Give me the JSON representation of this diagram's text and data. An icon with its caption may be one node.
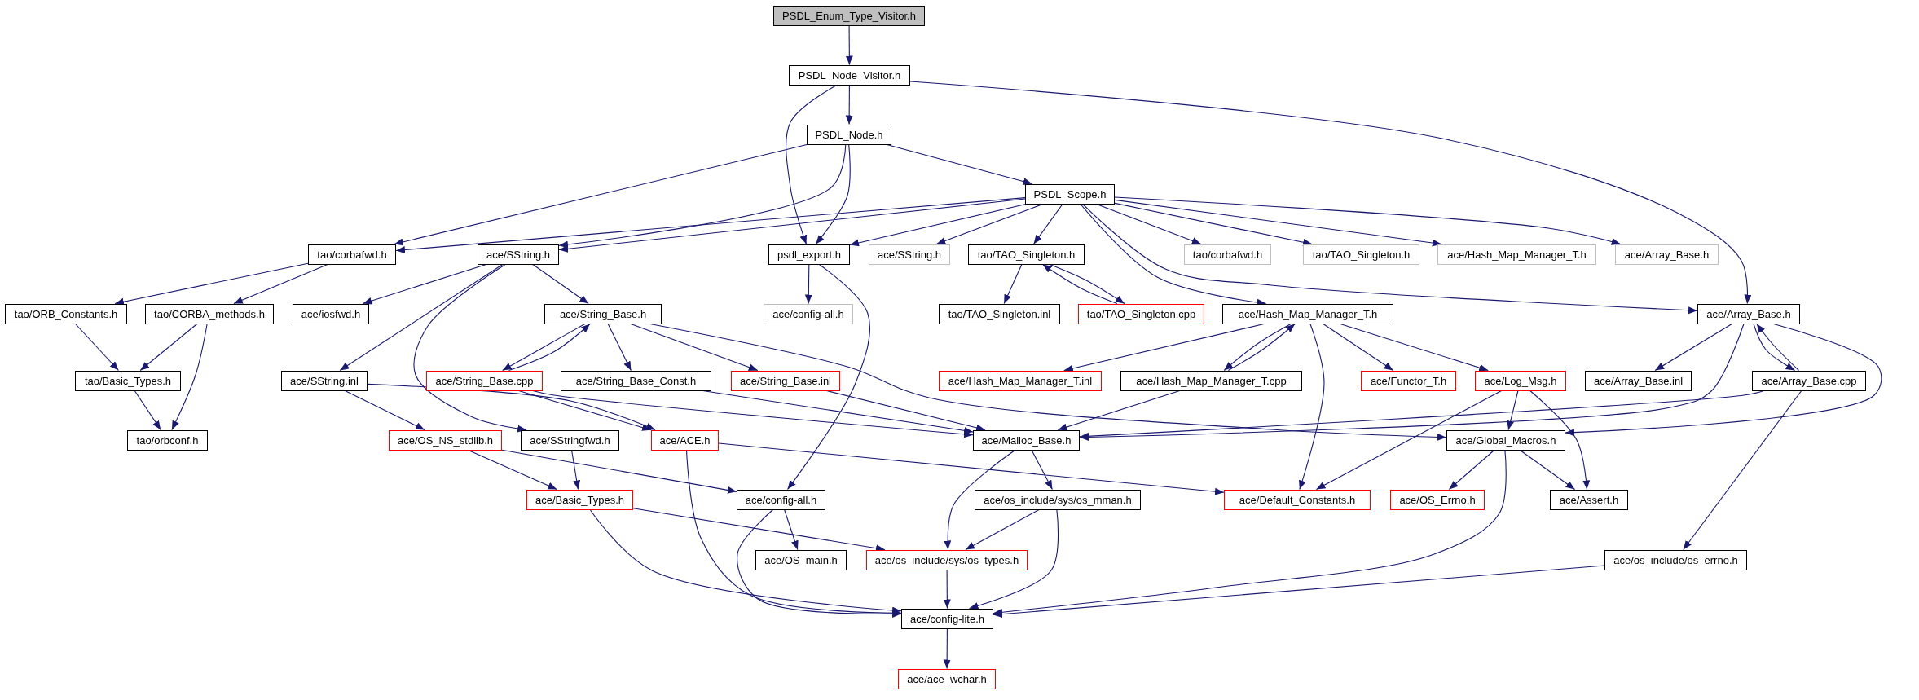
{
  "diagram": {
    "nodes": [
      {
        "text": [
          "PSDL_Enum_Type_Visitor.h"
        ]
      },
      {
        "text": [
          "PSDL_Node_Visitor.h"
        ]
      },
      {
        "text": [
          "PSDL_Node.h"
        ]
      },
      {
        "text": [
          "PSDL_Scope.h"
        ]
      },
      {
        "text": [
          "tao/corbafwd.h"
        ]
      },
      {
        "text": [
          "ace/SString.h"
        ]
      },
      {
        "text": [
          "psdl_export.h"
        ]
      },
      {
        "text": [
          "ace/SString.h"
        ]
      },
      {
        "text": [
          "tao/TAO_Singleton.h"
        ]
      },
      {
        "text": [
          "tao/corbafwd.h"
        ]
      },
      {
        "text": [
          "tao/TAO_Singleton.h"
        ]
      },
      {
        "text": [
          "ace/Hash_Map_Manager_T.h"
        ]
      },
      {
        "text": [
          "ace/Array_Base.h"
        ]
      },
      {
        "text": [
          "tao/ORB_Constants.h"
        ]
      },
      {
        "text": [
          "tao/CORBA_methods.h"
        ]
      },
      {
        "text": [
          "ace/iosfwd.h"
        ]
      },
      {
        "text": [
          "ace/String_Base.h"
        ]
      },
      {
        "text": [
          "ace/config-all.h"
        ]
      },
      {
        "text": [
          "tao/TAO_Singleton.inl"
        ]
      },
      {
        "text": [
          "tao/TAO_Singleton.cpp"
        ]
      },
      {
        "text": [
          "ace/Hash_Map_Manager_T.h"
        ]
      },
      {
        "text": [
          "ace/Array_Base.h"
        ]
      },
      {
        "text": [
          "tao/Basic_Types.h"
        ]
      },
      {
        "text": [
          "ace/SString.inl"
        ]
      },
      {
        "text": [
          "ace/String_Base.cpp"
        ]
      },
      {
        "text": [
          "ace/String_Base_Const.h"
        ]
      },
      {
        "text": [
          "ace/String_Base.inl"
        ]
      },
      {
        "text": [
          "ace/Hash_Map_Manager_T.inl"
        ]
      },
      {
        "text": [
          "ace/Hash_Map_Manager_T.cpp"
        ]
      },
      {
        "text": [
          "ace/Functor_T.h"
        ]
      },
      {
        "text": [
          "ace/Log_Msg.h"
        ]
      },
      {
        "text": [
          "ace/Array_Base.inl"
        ]
      },
      {
        "text": [
          "ace/Array_Base.cpp"
        ]
      },
      {
        "text": [
          "tao/orbconf.h"
        ]
      },
      {
        "text": [
          "ace/OS_NS_stdlib.h"
        ]
      },
      {
        "text": [
          "ace/SStringfwd.h"
        ]
      },
      {
        "text": [
          "ace/ACE.h"
        ]
      },
      {
        "text": [
          "ace/Malloc_Base.h"
        ]
      },
      {
        "text": [
          "ace/Global_Macros.h"
        ]
      },
      {
        "text": [
          "ace/Basic_Types.h"
        ]
      },
      {
        "text": [
          "ace/config-all.h"
        ]
      },
      {
        "text": [
          "ace/os_include/sys/os_mman.h"
        ]
      },
      {
        "text": [
          "ace/Default_Constants.h"
        ]
      },
      {
        "text": [
          "ace/OS_Errno.h"
        ]
      },
      {
        "text": [
          "ace/Assert.h"
        ]
      },
      {
        "text": [
          "ace/OS_main.h"
        ]
      },
      {
        "text": [
          "ace/os_include/sys/os_types.h"
        ]
      },
      {
        "text": [
          "ace/os_include/os_errno.h"
        ]
      },
      {
        "text": [
          "ace/config-lite.h"
        ]
      },
      {
        "text": [
          "ace/ace_wchar.h"
        ]
      }
    ],
    "edges": [
      {
        "from": 0,
        "to": 1,
        "arrow": "to"
      },
      {
        "from": 1,
        "to": 6,
        "arrow": "to"
      },
      {
        "from": 1,
        "to": 2,
        "arrow": "to"
      },
      {
        "from": 1,
        "to": 21,
        "arrow": "to"
      },
      {
        "from": 2,
        "to": 4,
        "arrow": "to"
      },
      {
        "from": 2,
        "to": 5,
        "arrow": "to"
      },
      {
        "from": 2,
        "to": 6,
        "arrow": "to"
      },
      {
        "from": 2,
        "to": 3,
        "arrow": "to"
      },
      {
        "from": 3,
        "to": 4,
        "arrow": "to"
      },
      {
        "from": 3,
        "to": 5,
        "arrow": "to"
      },
      {
        "from": 3,
        "to": 6,
        "arrow": "to"
      },
      {
        "from": 3,
        "to": 7,
        "arrow": "to"
      },
      {
        "from": 3,
        "to": 8,
        "arrow": "to"
      },
      {
        "from": 3,
        "to": 9,
        "arrow": "to"
      },
      {
        "from": 3,
        "to": 10,
        "arrow": "to"
      },
      {
        "from": 3,
        "to": 11,
        "arrow": "to"
      },
      {
        "from": 3,
        "to": 12,
        "arrow": "to"
      },
      {
        "from": 3,
        "to": 20,
        "arrow": "to"
      },
      {
        "from": 3,
        "to": 21,
        "arrow": "to"
      },
      {
        "from": 4,
        "to": 13,
        "arrow": "to"
      },
      {
        "from": 4,
        "to": 14,
        "arrow": "to"
      },
      {
        "from": 5,
        "to": 15,
        "arrow": "to"
      },
      {
        "from": 5,
        "to": 16,
        "arrow": "to"
      },
      {
        "from": 5,
        "to": 23,
        "arrow": "to"
      },
      {
        "from": 5,
        "to": 35,
        "arrow": "to"
      },
      {
        "from": 6,
        "to": 17,
        "arrow": "to"
      },
      {
        "from": 6,
        "to": 40,
        "arrow": "to"
      },
      {
        "from": 8,
        "to": 18,
        "arrow": "to"
      },
      {
        "from": 8,
        "to": 19,
        "arrow": "to"
      },
      {
        "from": 19,
        "to": 8,
        "arrow": "to"
      },
      {
        "from": 13,
        "to": 22,
        "arrow": "to"
      },
      {
        "from": 14,
        "to": 22,
        "arrow": "to"
      },
      {
        "from": 14,
        "to": 33,
        "arrow": "to"
      },
      {
        "from": 16,
        "to": 24,
        "arrow": "to"
      },
      {
        "from": 24,
        "to": 16,
        "arrow": "to"
      },
      {
        "from": 16,
        "to": 25,
        "arrow": "to"
      },
      {
        "from": 16,
        "to": 26,
        "arrow": "to"
      },
      {
        "from": 16,
        "to": 38,
        "arrow": "to"
      },
      {
        "from": 22,
        "to": 33,
        "arrow": "to"
      },
      {
        "from": 23,
        "to": 34,
        "arrow": "to"
      },
      {
        "from": 23,
        "to": 36,
        "arrow": "to"
      },
      {
        "from": 24,
        "to": 36,
        "arrow": "to"
      },
      {
        "from": 24,
        "to": 37,
        "arrow": "to"
      },
      {
        "from": 25,
        "to": 37,
        "arrow": "to"
      },
      {
        "from": 26,
        "to": 37,
        "arrow": "to"
      },
      {
        "from": 20,
        "to": 27,
        "arrow": "to"
      },
      {
        "from": 20,
        "to": 28,
        "arrow": "to"
      },
      {
        "from": 28,
        "to": 20,
        "arrow": "to"
      },
      {
        "from": 20,
        "to": 42,
        "arrow": "to"
      },
      {
        "from": 20,
        "to": 29,
        "arrow": "to"
      },
      {
        "from": 20,
        "to": 30,
        "arrow": "to"
      },
      {
        "from": 28,
        "to": 37,
        "arrow": "to"
      },
      {
        "from": 30,
        "to": 42,
        "arrow": "to"
      },
      {
        "from": 30,
        "to": 38,
        "arrow": "to"
      },
      {
        "from": 30,
        "to": 44,
        "arrow": "to"
      },
      {
        "from": 21,
        "to": 31,
        "arrow": "to"
      },
      {
        "from": 21,
        "to": 32,
        "arrow": "to"
      },
      {
        "from": 32,
        "to": 21,
        "arrow": "to"
      },
      {
        "from": 21,
        "to": 37,
        "arrow": "to"
      },
      {
        "from": 21,
        "to": 38,
        "arrow": "to"
      },
      {
        "from": 32,
        "to": 37,
        "arrow": "to"
      },
      {
        "from": 32,
        "to": 47,
        "arrow": "to"
      },
      {
        "from": 34,
        "to": 39,
        "arrow": "to"
      },
      {
        "from": 34,
        "to": 40,
        "arrow": "to"
      },
      {
        "from": 35,
        "to": 39,
        "arrow": "to"
      },
      {
        "from": 36,
        "to": 42,
        "arrow": "to"
      },
      {
        "from": 36,
        "to": 48,
        "arrow": "to"
      },
      {
        "from": 37,
        "to": 46,
        "arrow": "to"
      },
      {
        "from": 37,
        "to": 41,
        "arrow": "to"
      },
      {
        "from": 38,
        "to": 43,
        "arrow": "to"
      },
      {
        "from": 38,
        "to": 44,
        "arrow": "to"
      },
      {
        "from": 38,
        "to": 48,
        "arrow": "to"
      },
      {
        "from": 39,
        "to": 46,
        "arrow": "to"
      },
      {
        "from": 39,
        "to": 48,
        "arrow": "to"
      },
      {
        "from": 40,
        "to": 45,
        "arrow": "to"
      },
      {
        "from": 40,
        "to": 48,
        "arrow": "to"
      },
      {
        "from": 41,
        "to": 46,
        "arrow": "to"
      },
      {
        "from": 41,
        "to": 48,
        "arrow": "to"
      },
      {
        "from": 46,
        "to": 48,
        "arrow": "to"
      },
      {
        "from": 47,
        "to": 48,
        "arrow": "to"
      },
      {
        "from": 48,
        "to": 49,
        "arrow": "to"
      }
    ]
  }
}
